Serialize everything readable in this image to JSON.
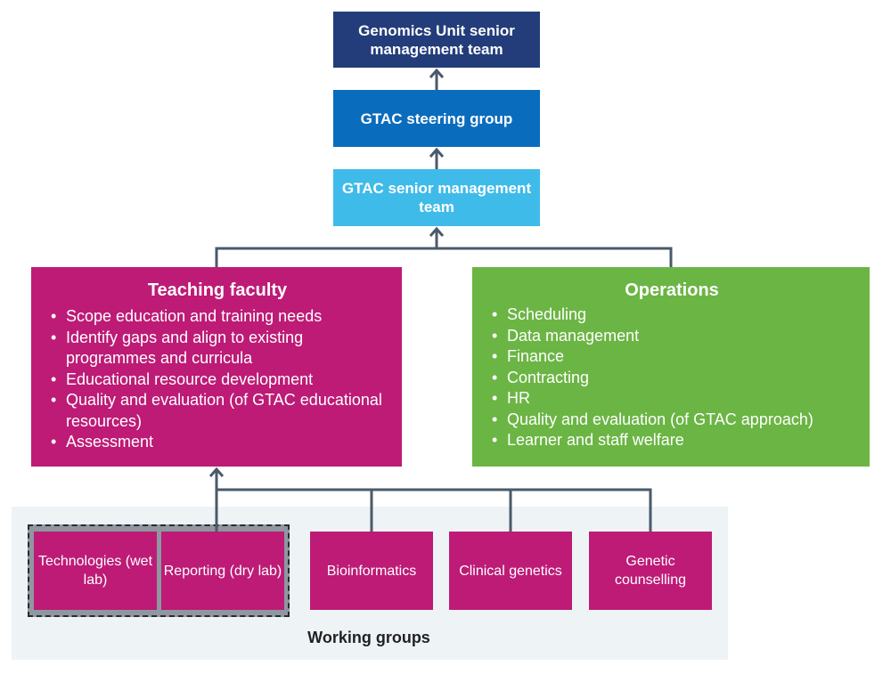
{
  "hierarchy": {
    "genomics_smt": "Genomics Unit senior management team",
    "steering_group": "GTAC steering group",
    "gtac_smt": "GTAC senior management team"
  },
  "teaching_faculty": {
    "title": "Teaching faculty",
    "items": [
      "Scope education and training needs",
      "Identify gaps and align to existing programmes and curricula",
      "Educational resource development",
      "Quality and evaluation (of GTAC educational resources)",
      "Assessment"
    ]
  },
  "operations": {
    "title": "Operations",
    "items": [
      "Scheduling",
      "Data management",
      "Finance",
      "Contracting",
      "HR",
      "Quality and evaluation (of GTAC approach)",
      "Learner and staff welfare"
    ]
  },
  "working_groups": {
    "label": "Working groups",
    "groups": [
      "Technologies (wet lab)",
      "Reporting (dry lab)",
      "Bioinformatics",
      "Clinical genetics",
      "Genetic counselling"
    ]
  },
  "colors": {
    "navy": "#233d7a",
    "blue": "#0a6cbd",
    "light_blue": "#3fbbe9",
    "magenta": "#bd1b76",
    "green": "#6bb544",
    "connector": "#4a5a6a"
  }
}
